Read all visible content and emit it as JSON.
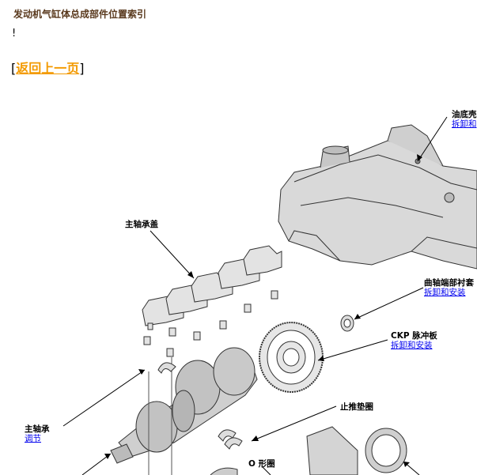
{
  "header": {
    "title": "发动机气缸体总成部件位置索引",
    "bang": "!",
    "back_open": "[",
    "back_label": "返回上一页",
    "back_close": "]"
  },
  "labels": {
    "oil_pan": "油底壳",
    "oil_pan_link": "拆卸和",
    "main_bearing_cap": "主轴承盖",
    "crank_end_bushing": "曲轴端部衬套",
    "crank_end_link": "拆卸和安装",
    "ckp_plate": "CKP 脉冲板",
    "ckp_link": "拆卸和安装",
    "thrust_washer": "止推垫圈",
    "main_bearing": "主轴承",
    "main_bearing_link": "调节",
    "o_ring": "O 形圈"
  }
}
